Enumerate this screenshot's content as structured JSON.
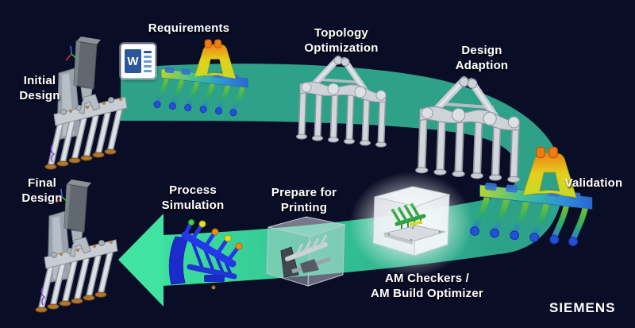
{
  "colors": {
    "background": "#0a0d26",
    "band_teal": "#2ea189",
    "band_bright_green": "#41e3a2",
    "label_text": "#ffffff",
    "word_blue": "#2b579a",
    "fea_orange": "#ef7c10",
    "fea_yellow_green": "#c6da28",
    "fea_blue": "#2b63d4",
    "fea_leg_green": "#7cc22f",
    "cad_gray": "#c7cdd3",
    "foot_orange": "#b0762e",
    "sim_blue": "#2438e8",
    "am_part_green": "#2f9e3f"
  },
  "icons": {
    "word_letter": "W"
  },
  "stages": {
    "initial_design": {
      "line1": "Initial",
      "line2": "Design"
    },
    "requirements": {
      "label": "Requirements"
    },
    "topology_optimization": {
      "line1": "Topology",
      "line2": "Optimization"
    },
    "design_adaption": {
      "line1": "Design",
      "line2": "Adaption"
    },
    "validation": {
      "label": "Validation"
    },
    "am_checkers": {
      "line1": "AM Checkers /",
      "line2": "AM Build Optimizer"
    },
    "prepare_for_printing": {
      "line1": "Prepare for",
      "line2": "Printing"
    },
    "process_simulation": {
      "line1": "Process",
      "line2": "Simulation"
    },
    "final_design": {
      "line1": "Final",
      "line2": "Design"
    }
  },
  "branding": {
    "logo_text": "SIEMENS"
  }
}
